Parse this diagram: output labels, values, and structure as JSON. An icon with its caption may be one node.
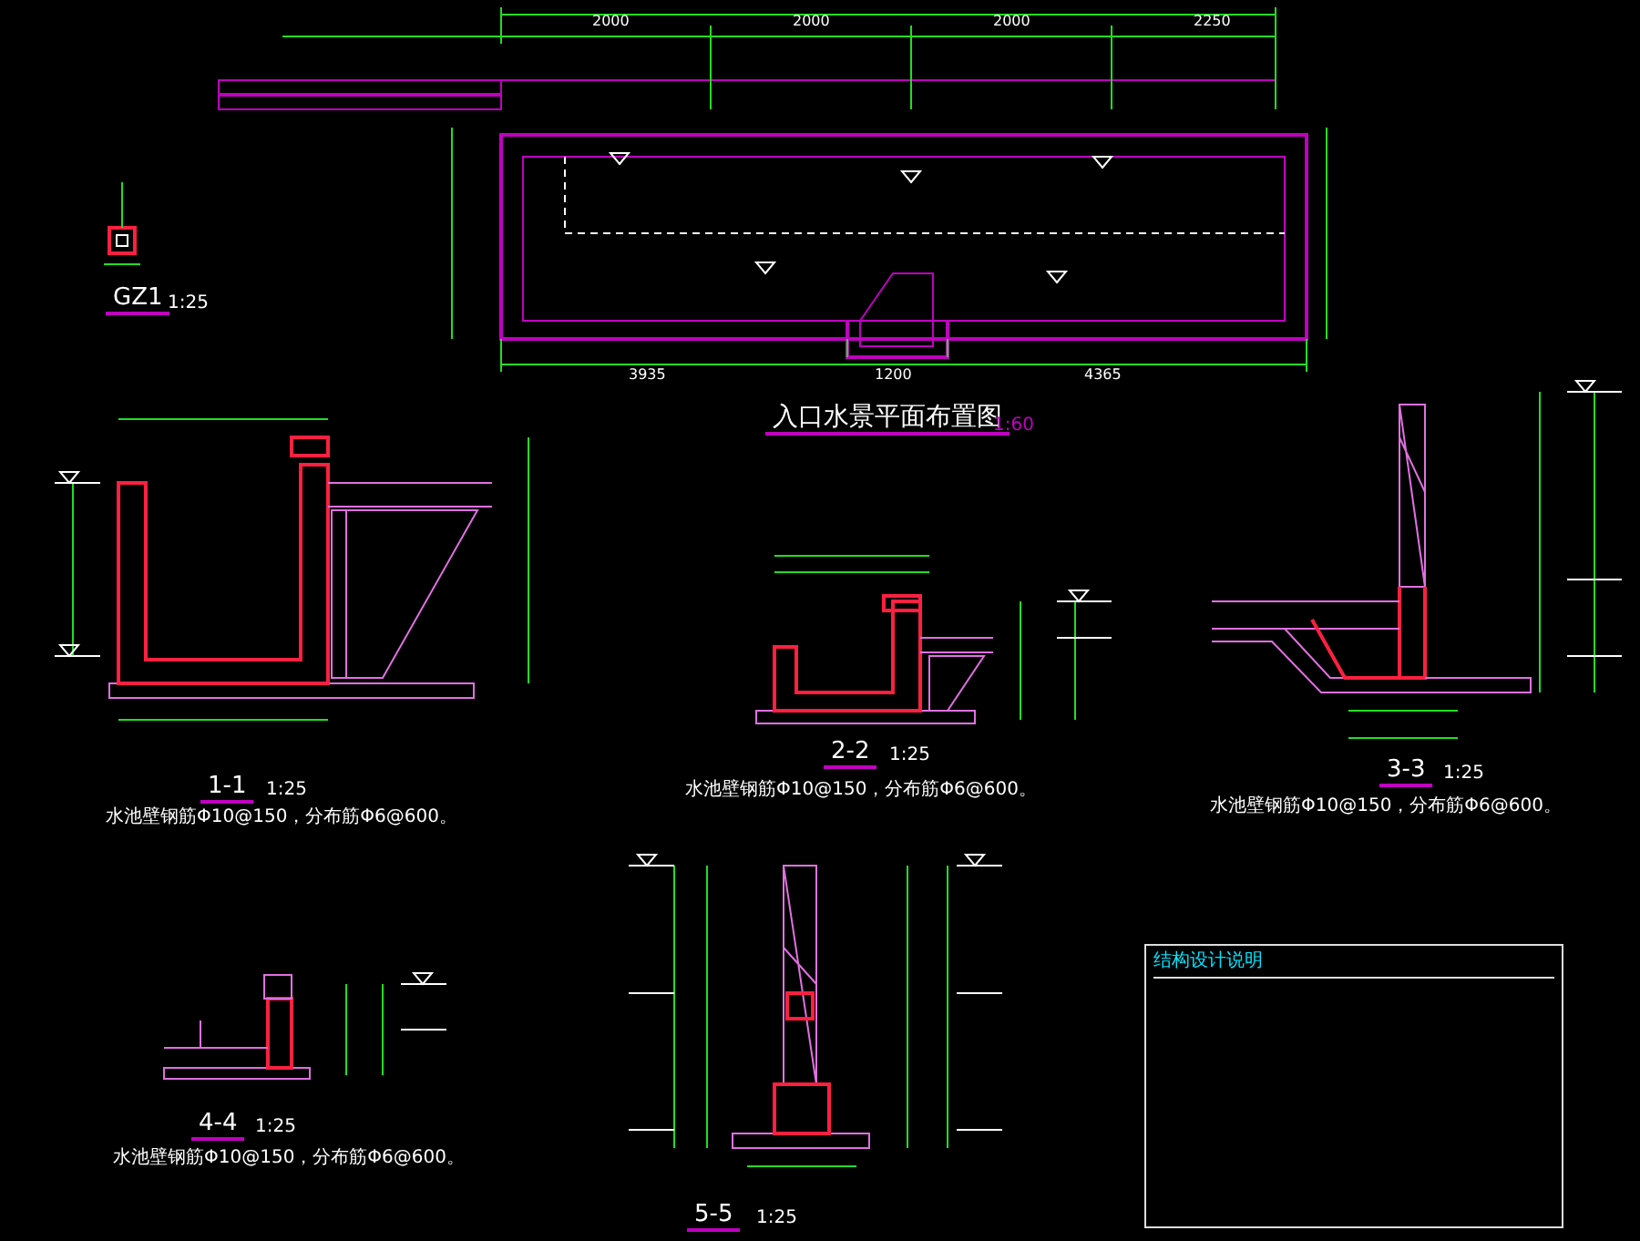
{
  "diagram": {
    "labels": [
      "GZ1",
      "1:25",
      "入口水景平面布置图",
      "1:60",
      "1-1",
      "1:25",
      "水池壁钢筋Φ10@150，分布筋Φ6@600。",
      "2-2",
      "1:25",
      "水池壁钢筋Φ10@150，分布筋Φ6@600。",
      "3-3",
      "1:25",
      "水池壁钢筋Φ10@150，分布筋Φ6@600。",
      "4-4",
      "1:25",
      "水池壁钢筋Φ10@150，分布筋Φ6@600。",
      "5-5",
      "1:25",
      "结构设计说明",
      "2000",
      "2000",
      "2000",
      "2250",
      "3935",
      "1200",
      "4365"
    ]
  }
}
